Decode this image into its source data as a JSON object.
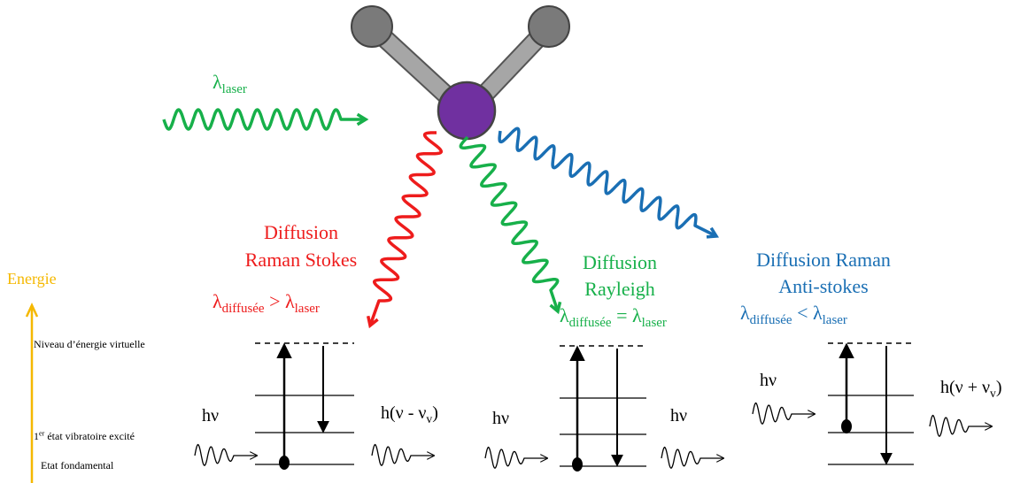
{
  "colors": {
    "laser": "#17b04a",
    "stokes": "#ee1c1c",
    "rayleigh": "#17b04a",
    "antistokes": "#1a6fb4",
    "energy": "#f5b800",
    "atom_gray": "#7a7a7a",
    "atom_center": "#7030a0"
  },
  "incident": {
    "lambda": "λ",
    "sub": "laser"
  },
  "stokes": {
    "line1": "Diffusion",
    "line2": "Raman Stokes",
    "lam1": "λ",
    "sub1": "diffusée",
    "op": ">",
    "lam2": "λ",
    "sub2": "laser"
  },
  "rayleigh": {
    "line1": "Diffusion",
    "line2": "Rayleigh",
    "lam1": "λ",
    "sub1": "diffusée",
    "op": "=",
    "lam2": "λ",
    "sub2": "laser"
  },
  "antistokes": {
    "line1": "Diffusion Raman",
    "line2": "Anti-stokes",
    "lam1": "λ",
    "sub1": "diffusée",
    "op": "<",
    "lam2": "λ",
    "sub2": "laser"
  },
  "energy_axis": "Energie",
  "levels": {
    "virtual": "Niveau d’énergie virtuelle",
    "excited_sup": "er",
    "excited_num": "1",
    "excited_rest": " état vibratoire excité",
    "ground": "Etat fondamental"
  },
  "photons": {
    "stokes_in": "hν",
    "stokes_out_open": "h(ν - ν",
    "stokes_out_sub": "v",
    "stokes_out_close": ")",
    "rayleigh_in": "hν",
    "rayleigh_out": "hν",
    "anti_in": "hν",
    "anti_out_open": "h(ν + ν",
    "anti_out_sub": "v",
    "anti_out_close": ")"
  }
}
